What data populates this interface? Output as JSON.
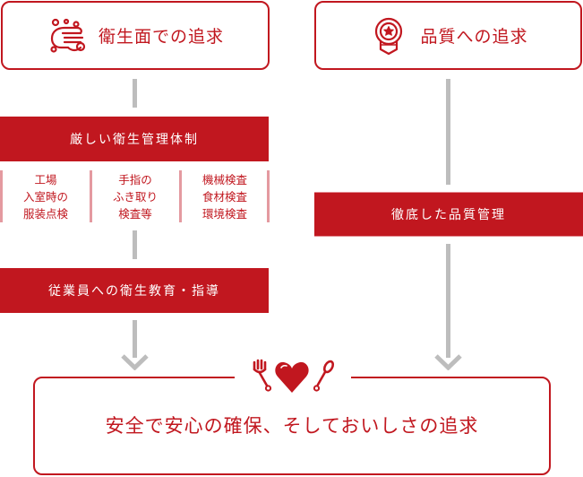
{
  "colors": {
    "accent": "#c1171f",
    "connector": "#bdbdbd",
    "divider": "#e49aa0",
    "band_text": "#ffffff"
  },
  "left_column": {
    "header": {
      "title": "衛生面での追求",
      "icon": "hand-washing-icon"
    },
    "strict_management": {
      "label": "厳しい衛生管理体制"
    },
    "sub_items": [
      {
        "text": "工場\n入室時の\n服装点検"
      },
      {
        "text": "手指の\nふき取り\n検査等"
      },
      {
        "text": "機械検査\n食材検査\n環境検査"
      }
    ],
    "education": {
      "label": "従業員への衛生教育・指導"
    }
  },
  "right_column": {
    "header": {
      "title": "品質への追求",
      "icon": "medal-icon"
    },
    "quality_management": {
      "label": "徹底した品質管理"
    }
  },
  "result": {
    "text": "安全で安心の確保、そしておいしさの追求",
    "icons": [
      "fork-icon",
      "heart-icon",
      "spoon-icon"
    ]
  }
}
